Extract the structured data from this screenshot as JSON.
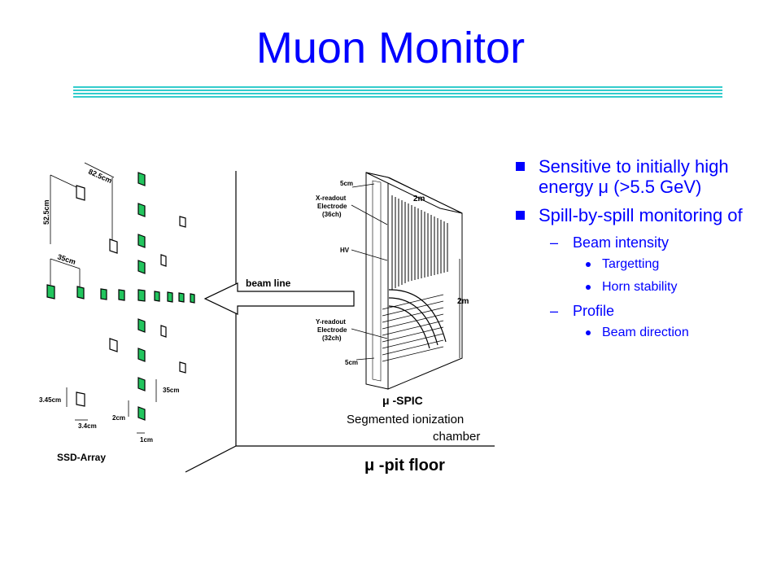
{
  "slide": {
    "title": "Muon Monitor",
    "bullets": [
      {
        "text": "Sensitive to initially high energy μ (>5.5 GeV)"
      },
      {
        "text": "Spill-by-spill monitoring of"
      }
    ],
    "sub": [
      {
        "text": "Beam intensity"
      },
      {
        "text": "Profile"
      }
    ],
    "subsub": [
      {
        "text": "Targetting"
      },
      {
        "text": "Horn stability"
      },
      {
        "text": "Beam direction"
      }
    ],
    "sub_marker": "–"
  },
  "diagram": {
    "beam_line": "beam line",
    "spic_label": "μ -SPIC",
    "spic_caption_1": "Segmented ionization",
    "spic_caption_2": "chamber",
    "pit_floor": "μ -pit floor",
    "ssd_array": "SSD-Array",
    "dims": {
      "d_82_5cm": "82.5cm",
      "d_52_5cm": "52.5cm",
      "d_35cm_top": "35cm",
      "d_35cm_bottom": "35cm",
      "d_3_45cm": "3.45cm",
      "d_3_4cm": "3.4cm",
      "d_2cm": "2cm",
      "d_1cm": "1cm",
      "d_5cm_top": "5cm",
      "d_5cm_bottom": "5cm",
      "d_2m_top": "2m",
      "d_2m_right": "2m",
      "x_readout_1": "X-readout",
      "x_readout_2": "Electrode",
      "x_readout_3": "(36ch)",
      "hv": "HV",
      "y_readout_1": "Y-readout",
      "y_readout_2": "Electrode",
      "y_readout_3": "(32ch)"
    }
  }
}
